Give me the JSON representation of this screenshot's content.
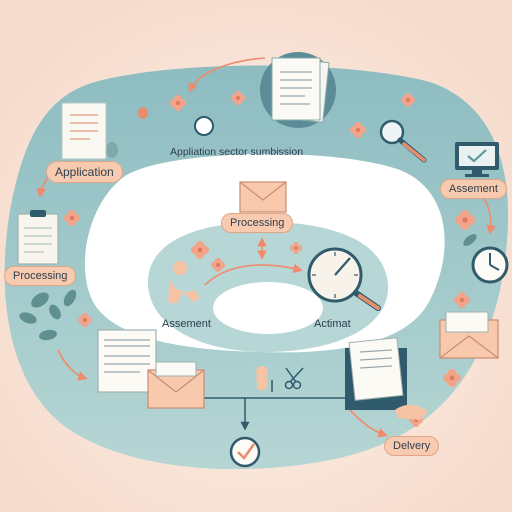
{
  "labels": {
    "application": "Application",
    "top_caption": "Appliation sector sumbission",
    "processing_center": "Processing",
    "processing_left": "Processing",
    "assement_right": "Assement",
    "assement_inner": "Assement",
    "actimat": "Actimat",
    "delvery": "Delvery"
  },
  "colors": {
    "background": "#fbeee4",
    "track": "#a9cccf",
    "track_dark": "#6f9ea6",
    "hole": "#ffffff",
    "inner_track": "#bcd9d9",
    "pill": "#f8cbb0",
    "pill_border": "#e0a688",
    "flower": "#f2a48a",
    "leaf": "#5f8f8f",
    "arrow": "#f08a6a",
    "navy": "#2f5b6d",
    "paper": "#f7f5ef"
  },
  "icons": [
    "document-stack-icon",
    "application-document-icon",
    "magnifier-icon",
    "monitor-check-icon",
    "envelope-icon",
    "clipboard-icon",
    "clock-icon",
    "stopwatch-icon",
    "person-icon",
    "scissors-icon",
    "checkmark-badge-icon",
    "open-envelope-icon"
  ]
}
